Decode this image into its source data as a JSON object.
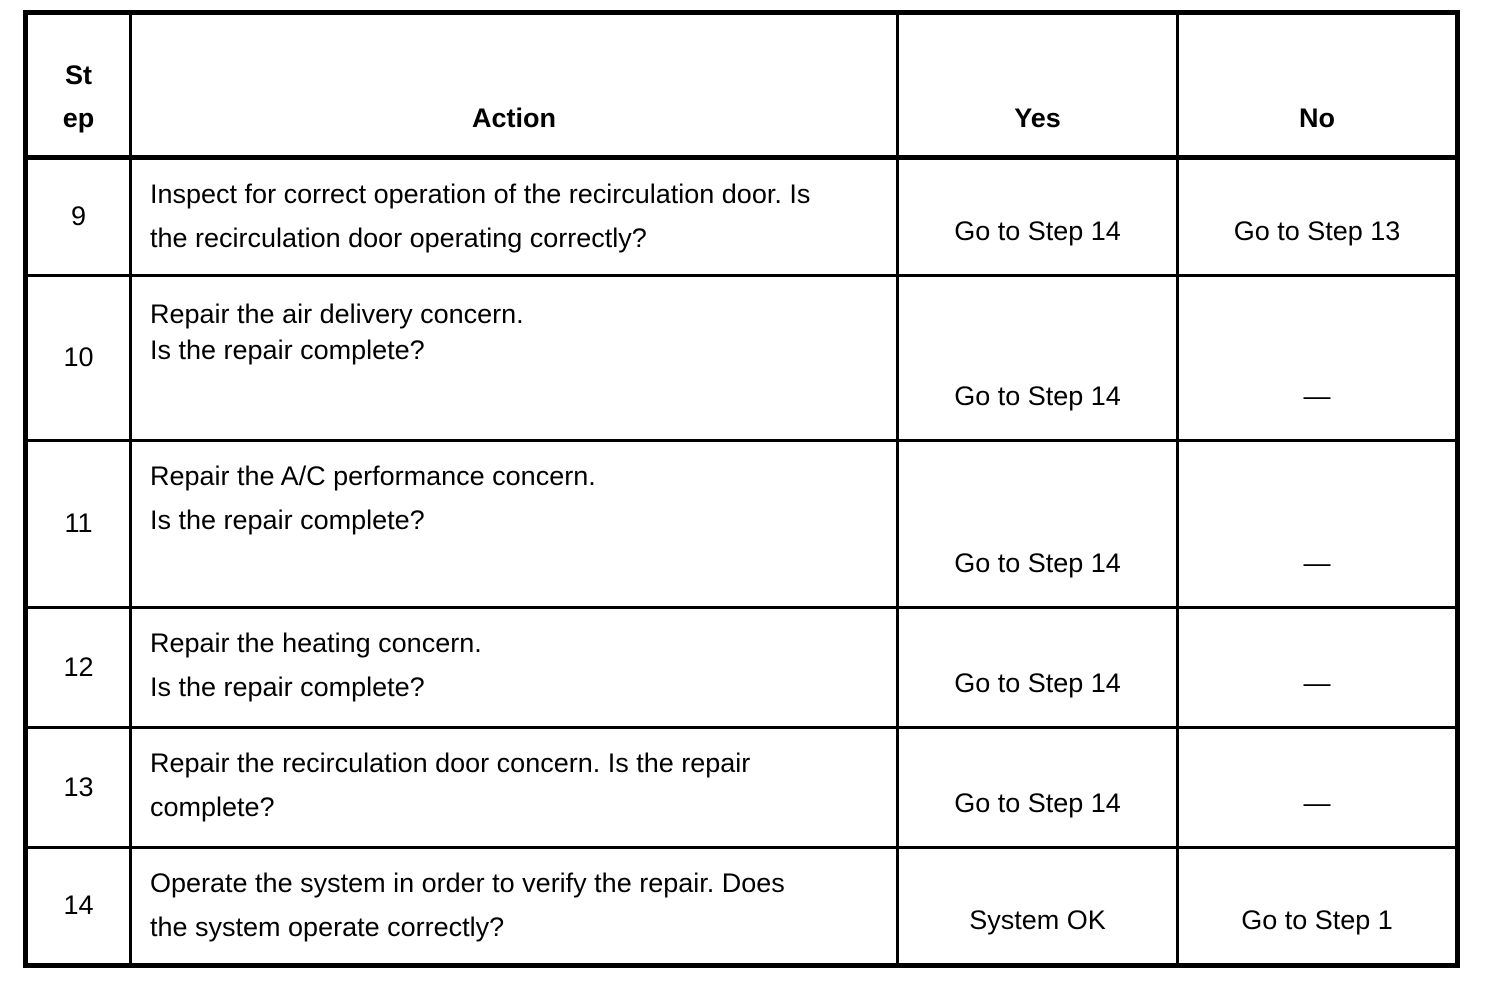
{
  "table": {
    "headers": {
      "step": "St\nep",
      "action": "Action",
      "yes": "Yes",
      "no": "No"
    },
    "rows": [
      {
        "step": "9",
        "action": "Inspect for correct operation of the recirculation door. Is\nthe recirculation door operating correctly?",
        "yes": "Go to Step 14",
        "no": "Go to Step 13"
      },
      {
        "step": "10",
        "action": "Repair the air delivery concern.\nIs the repair complete?",
        "yes": "Go to Step 14",
        "no": "—"
      },
      {
        "step": "11",
        "action": "Repair the A/C performance concern.\nIs the repair complete?",
        "yes": "Go to Step 14",
        "no": "—"
      },
      {
        "step": "12",
        "action": "Repair the heating concern.\nIs the repair complete?",
        "yes": "Go to Step 14",
        "no": "—"
      },
      {
        "step": "13",
        "action": "Repair the recirculation door concern. Is the repair\ncomplete?",
        "yes": "Go to Step 14",
        "no": "—"
      },
      {
        "step": "14",
        "action": "Operate the system in order to verify the repair. Does\nthe system operate correctly?",
        "yes": "System OK",
        "no": "Go to Step 1"
      }
    ]
  }
}
